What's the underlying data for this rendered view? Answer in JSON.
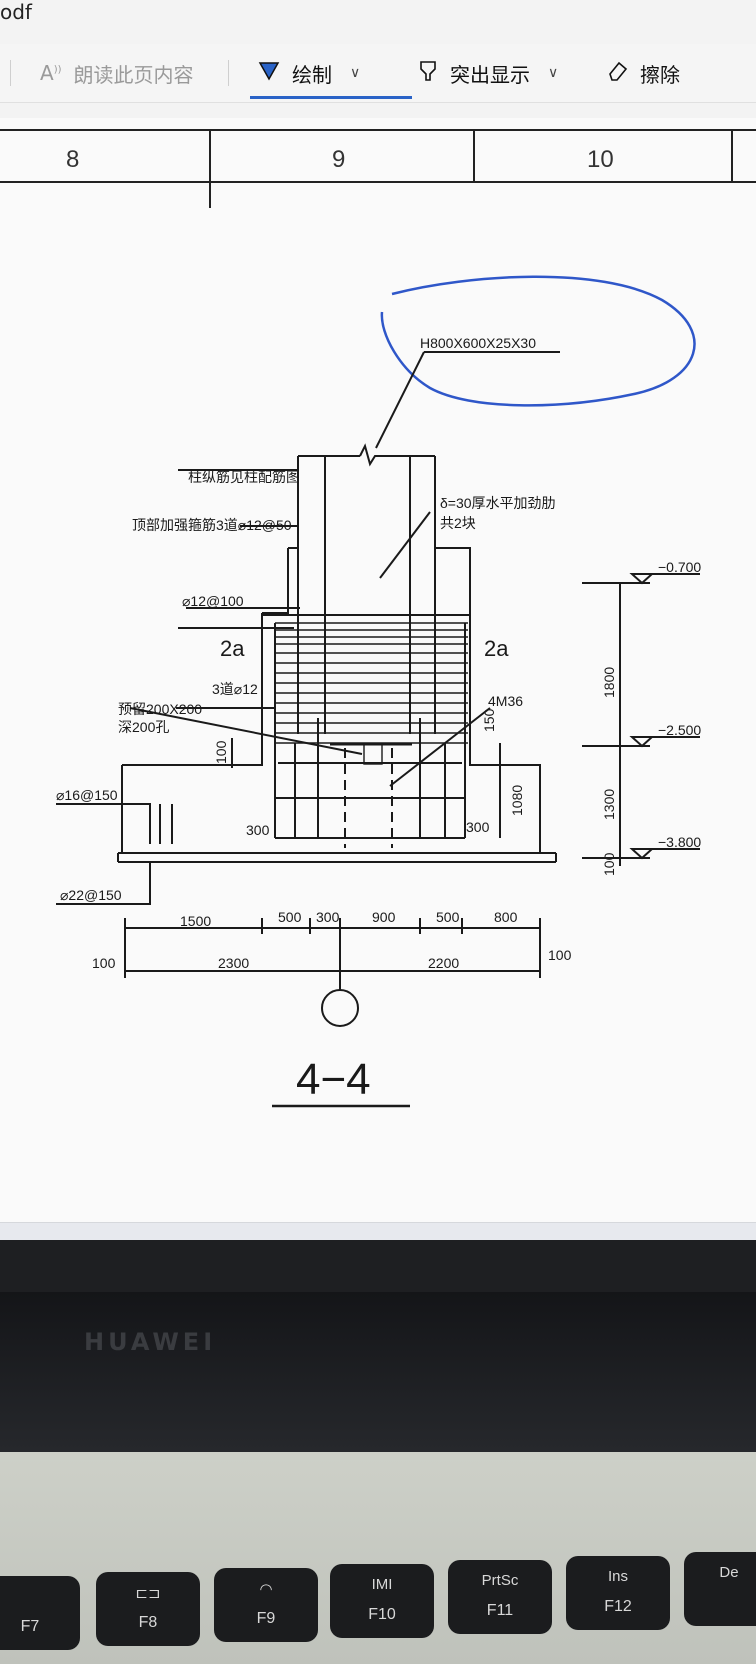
{
  "window": {
    "title_fragment": "odf"
  },
  "toolbar": {
    "read_aloud": "朗读此页内容",
    "draw": "绘制",
    "highlight": "突出显示",
    "erase": "擦除"
  },
  "page_columns": [
    "8",
    "9",
    "10"
  ],
  "drawing": {
    "steel_section": "H800X600X25X30",
    "column_rebar_note": "柱纵筋见柱配筋图",
    "top_stirrup_note": "顶部加强箍筋3道⌀12@50",
    "stiffener_note": "δ=30厚水平加劲肋",
    "stiffener_count": "共2块",
    "stirrup": "⌀12@100",
    "section_mark_left": "2a",
    "section_mark_right": "2a",
    "three_bars": "3道⌀12",
    "reserved_hole_1": "预留200X200",
    "reserved_hole_2": "深200孔",
    "anchor_bolts": "4M36",
    "bottom_rebar_1": "⌀16@150",
    "bottom_rebar_2": "⌀22@150",
    "elev_1": "−0.700",
    "elev_2": "−2.500",
    "elev_3": "−3.800",
    "dim_1800": "1800",
    "dim_1300": "1300",
    "dim_100_right": "100",
    "dim_1080": "1080",
    "dim_150": "150",
    "dim_100_left": "100",
    "dim_300_left": "300",
    "dim_300_right": "300",
    "dim_1500": "1500",
    "dim_500_a": "500",
    "dim_300_b": "300",
    "dim_900": "900",
    "dim_500_b": "500",
    "dim_800": "800",
    "dim_100_bl": "100",
    "dim_2300": "2300",
    "dim_2200": "2200",
    "dim_100_br": "100",
    "section_title": "4−4"
  },
  "keyboard": {
    "brand": "HUAWEI",
    "keys": [
      {
        "top": "",
        "bottom": "F7"
      },
      {
        "top": "",
        "bottom": "F8"
      },
      {
        "top": "",
        "bottom": "F9"
      },
      {
        "top": "IMI",
        "bottom": "F10"
      },
      {
        "top": "PrtSc",
        "bottom": "F11"
      },
      {
        "top": "Ins",
        "bottom": "F12"
      },
      {
        "top": "De",
        "bottom": ""
      }
    ]
  },
  "colors": {
    "annotation_blue": "#2f57c9",
    "highlight_underline": "#2a63c7"
  }
}
